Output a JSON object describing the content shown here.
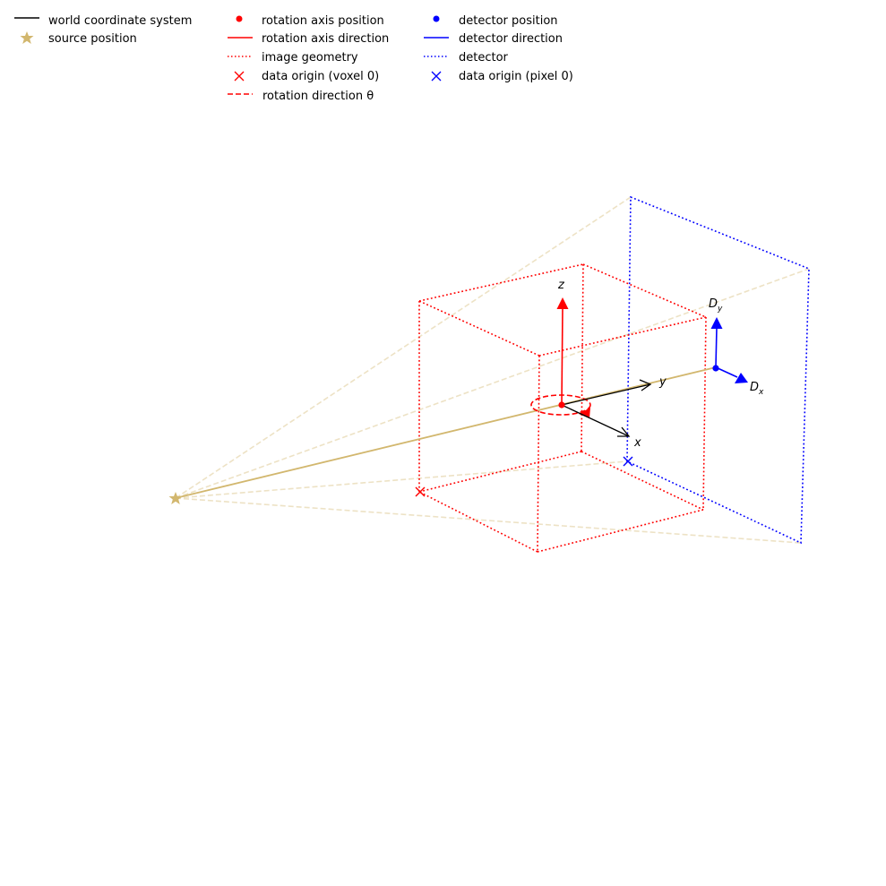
{
  "legend": {
    "columns": [
      [
        {
          "id": "world",
          "label": "world coordinate system",
          "marker": "line-solid",
          "color": "#000000"
        },
        {
          "id": "source",
          "label": "source position",
          "marker": "star",
          "color": "#d2b76e"
        }
      ],
      [
        {
          "id": "rot-pos",
          "label": "rotation axis position",
          "marker": "dot",
          "color": "#ff0000"
        },
        {
          "id": "rot-dir",
          "label": "rotation axis direction",
          "marker": "line-solid",
          "color": "#ff0000"
        },
        {
          "id": "image-geom",
          "label": "image geometry",
          "marker": "line-dotted",
          "color": "#ff0000"
        },
        {
          "id": "voxel-origin",
          "label": "data origin (voxel 0)",
          "marker": "cross",
          "color": "#ff0000"
        },
        {
          "id": "rot-theta",
          "label": "rotation direction θ",
          "marker": "line-dashed",
          "color": "#ff0000"
        }
      ],
      [
        {
          "id": "det-pos",
          "label": "detector position",
          "marker": "dot",
          "color": "#0000ff"
        },
        {
          "id": "det-dir",
          "label": "detector direction",
          "marker": "line-solid",
          "color": "#0000ff"
        },
        {
          "id": "detector",
          "label": "detector",
          "marker": "line-dotted",
          "color": "#0000ff"
        },
        {
          "id": "pixel-origin",
          "label": "data origin (pixel 0)",
          "marker": "cross",
          "color": "#0000ff"
        }
      ]
    ]
  },
  "axis_labels": {
    "x": "x",
    "y": "y",
    "z": "z",
    "dx_main": "D",
    "dx_sub": "x",
    "dy_main": "D",
    "dy_sub": "y"
  },
  "colors": {
    "world": "#000000",
    "source": "#d2b76e",
    "image": "#ff0000",
    "detector": "#0000ff",
    "ray": "#d2b76e"
  }
}
